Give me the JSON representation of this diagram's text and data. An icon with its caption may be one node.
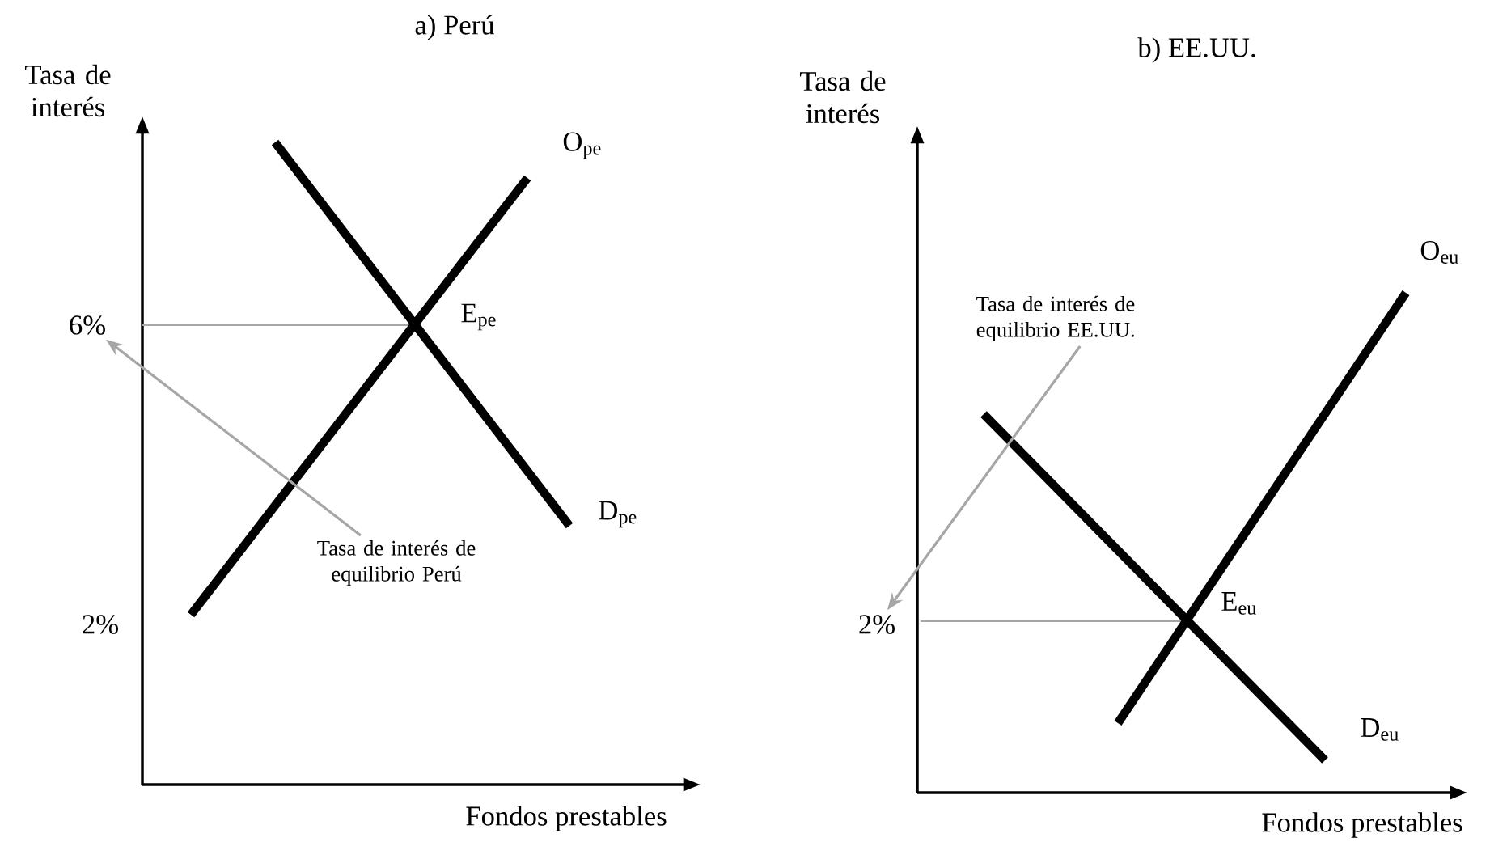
{
  "diagram": {
    "nodes": [
      {
        "text": [
          "Tasa de interés de equilibrio Perú"
        ]
      },
      {
        "text": [
          "6%"
        ]
      },
      {
        "text": [
          "Tasa de interés de equilibrio EE.UU."
        ]
      },
      {
        "text": [
          "2%"
        ]
      }
    ],
    "edges": [
      {
        "from": 0,
        "to": 1,
        "arrow": "to"
      },
      {
        "from": 2,
        "to": 3,
        "arrow": "to"
      }
    ],
    "labels": [
      "a) Perú",
      "Tasa de interés",
      "O$_{pe}$",
      "E$_{pe}$",
      "D$_{pe}$",
      "2%",
      "Fondos prestables",
      "b) EE.UU.",
      "Tasa de interés",
      "O$_{eu}$",
      "E$_{eu}$",
      "D$_{eu}$",
      "Fondos prestables"
    ]
  }
}
